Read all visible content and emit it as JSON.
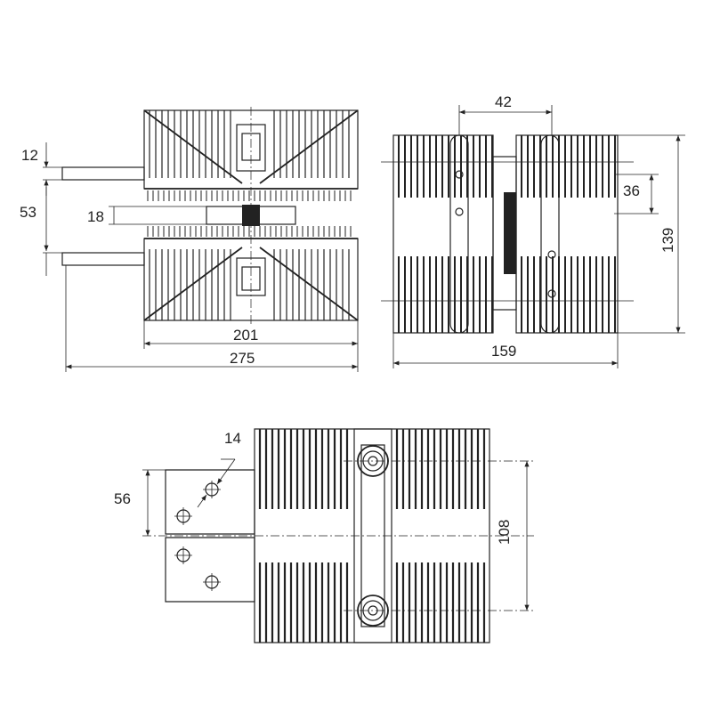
{
  "colors": {
    "ink": "#222222",
    "paper": "#ffffff"
  },
  "front_view": {
    "dim_width_overall": "275",
    "dim_width_sink": "201",
    "dim_bar_thickness": "12",
    "dim_bar_spacing": "53",
    "dim_device_thickness": "18"
  },
  "side_view": {
    "dim_top_width": "42",
    "dim_hole_spacing": "36",
    "dim_height": "139",
    "dim_width": "159"
  },
  "top_view": {
    "dim_hole_diameter": "14",
    "dim_bar_width": "56",
    "dim_bolt_spacing": "108"
  }
}
